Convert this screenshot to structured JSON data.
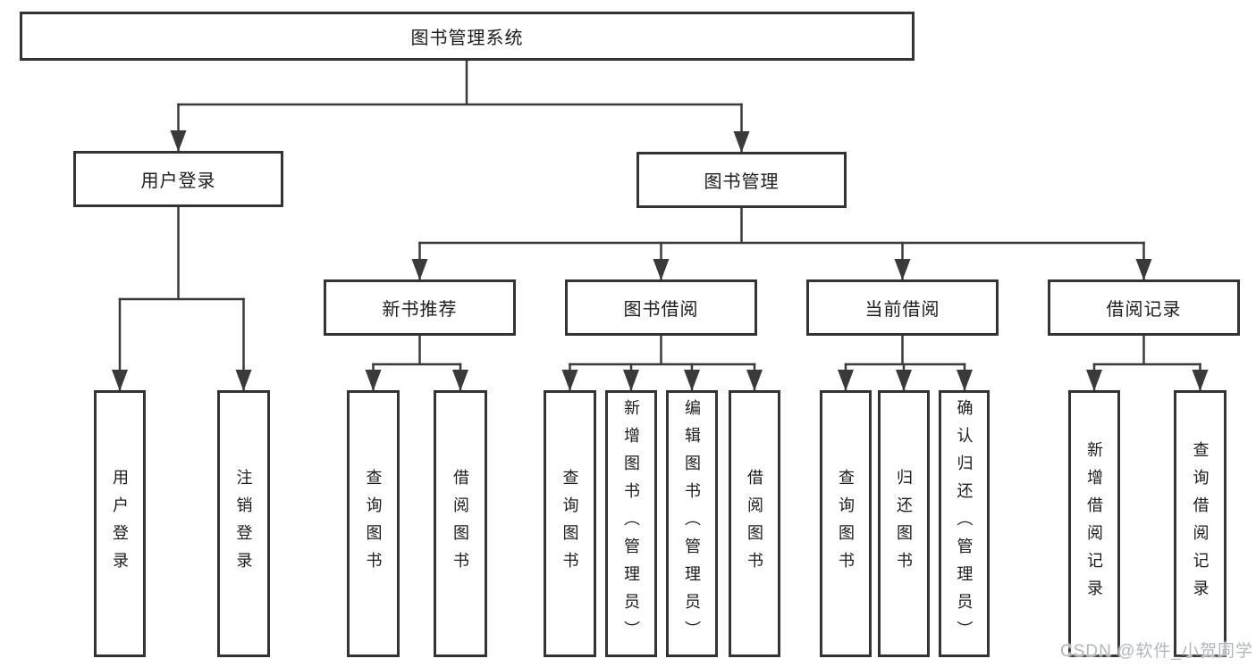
{
  "diagram": {
    "title": "图书管理系统",
    "tree": {
      "root": {
        "label": "图书管理系统"
      },
      "branches": [
        {
          "label": "用户登录",
          "children": [
            {
              "label": "用户登录"
            },
            {
              "label": "注销登录"
            }
          ]
        },
        {
          "label": "图书管理",
          "children": [
            {
              "label": "新书推荐",
              "children": [
                {
                  "label": "查询图书"
                },
                {
                  "label": "借阅图书"
                }
              ]
            },
            {
              "label": "图书借阅",
              "children": [
                {
                  "label": "查询图书"
                },
                {
                  "label": "新增图书（管理员）"
                },
                {
                  "label": "编辑图书（管理员）"
                },
                {
                  "label": "借阅图书"
                }
              ]
            },
            {
              "label": "当前借阅",
              "children": [
                {
                  "label": "查询图书"
                },
                {
                  "label": "归还图书"
                },
                {
                  "label": "确认归还（管理员）"
                }
              ]
            },
            {
              "label": "借阅记录",
              "children": [
                {
                  "label": "新增借阅记录"
                },
                {
                  "label": "查询借阅记录"
                }
              ]
            }
          ]
        }
      ]
    },
    "colors": {
      "line": "#3a3a3a",
      "border": "#333333",
      "text": "#1c1c1c",
      "watermark_text": "#b2b6bc",
      "background": "#ffffff"
    }
  },
  "watermark": {
    "text": "CSDN @软件_小贺同学"
  }
}
